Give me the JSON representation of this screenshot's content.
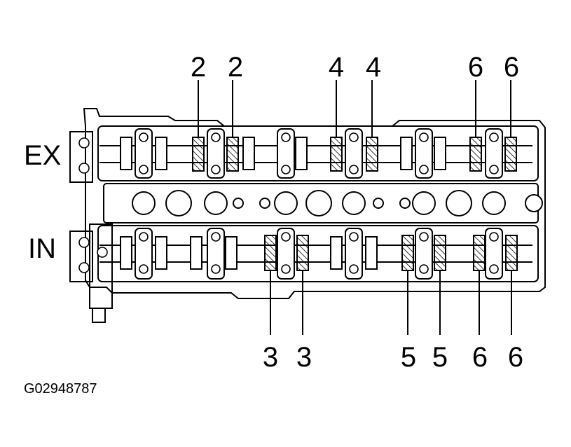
{
  "row_labels": {
    "exhaust": "EX",
    "intake": "IN"
  },
  "top_callouts": [
    "2",
    "2",
    "4",
    "4",
    "6",
    "6"
  ],
  "bottom_callouts": [
    "3",
    "3",
    "5",
    "5",
    "6",
    "6"
  ],
  "figure_id": "G02948787"
}
